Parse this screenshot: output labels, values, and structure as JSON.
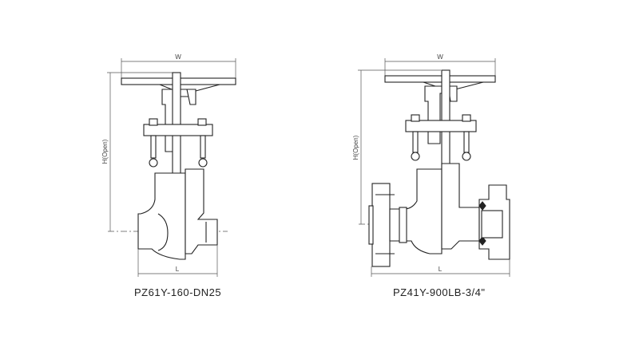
{
  "drawings": [
    {
      "model": "PZ61Y-160-DN25",
      "dimensions": {
        "width": "W",
        "height": "H(Open)",
        "length": "L"
      }
    },
    {
      "model": "PZ41Y-900LB-3/4\"",
      "dimensions": {
        "width": "W",
        "height": "H(Open)",
        "length": "L"
      }
    }
  ]
}
